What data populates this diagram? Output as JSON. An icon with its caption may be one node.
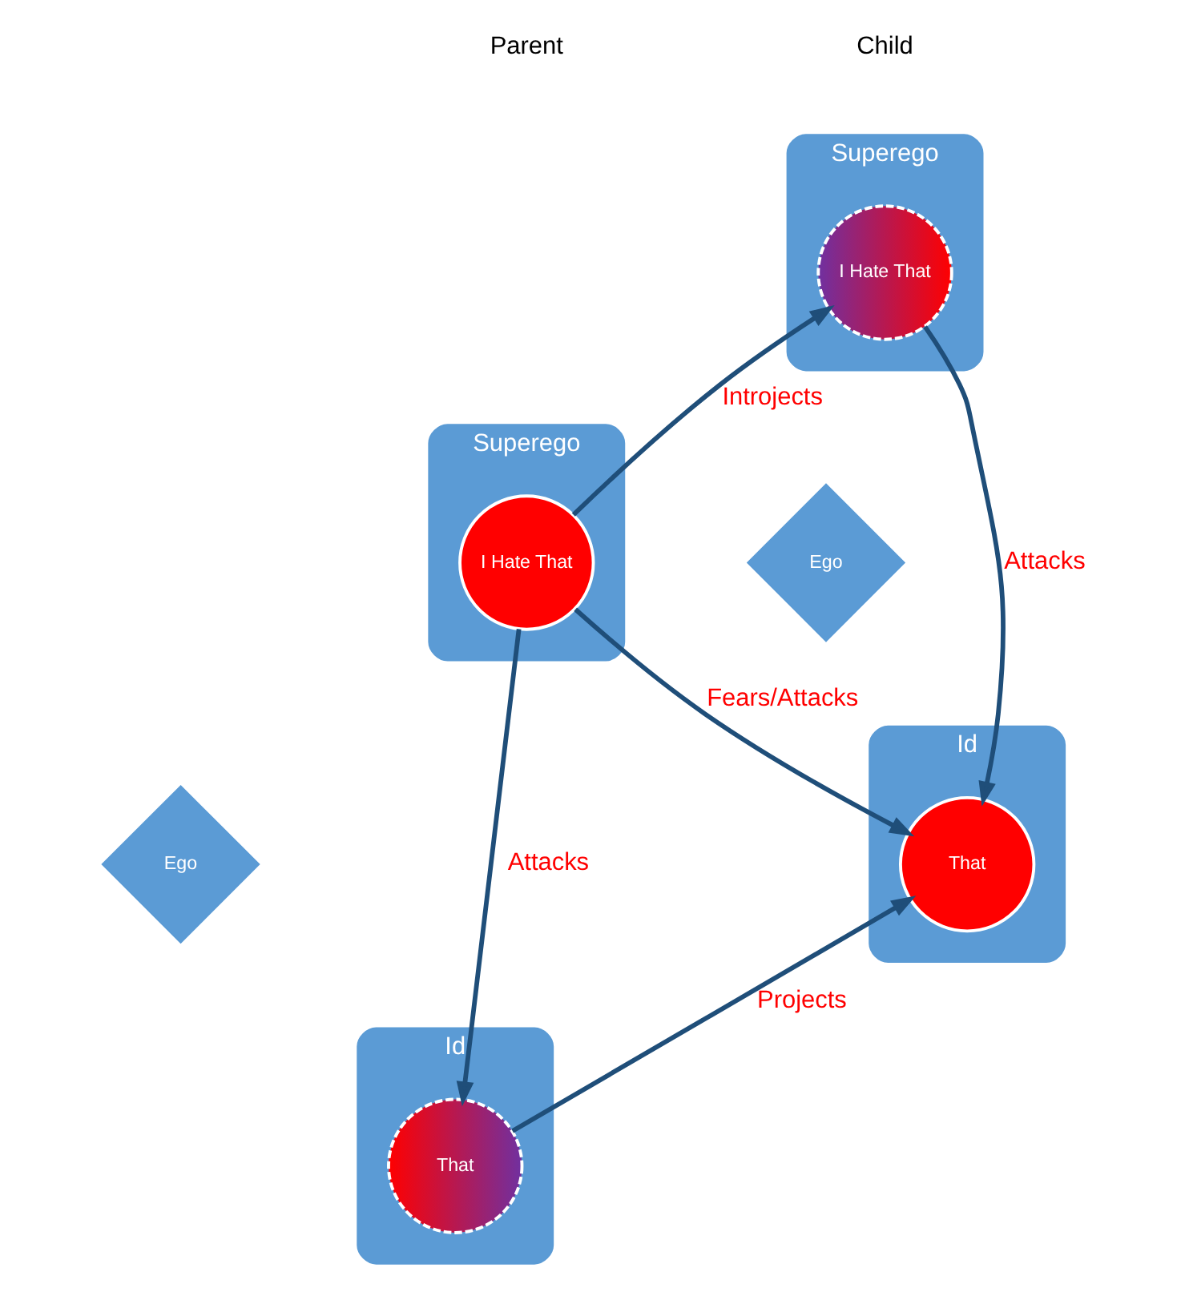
{
  "diagram": {
    "nodes": [
      {
        "text": [
          "Superego"
        ]
      },
      {
        "text": [
          "I Hate That"
        ],
        "in": 0
      },
      {
        "text": [
          "Superego"
        ]
      },
      {
        "text": [
          "I Hate That"
        ],
        "in": 2
      },
      {
        "text": [
          "Ego"
        ]
      },
      {
        "text": [
          "Ego"
        ]
      },
      {
        "text": [
          "Id"
        ]
      },
      {
        "text": [
          "That"
        ],
        "in": 6
      },
      {
        "text": [
          "Id"
        ]
      },
      {
        "text": [
          "That"
        ],
        "in": 8
      }
    ],
    "edges": [
      {
        "from": 1,
        "to": 3,
        "arrow": "to",
        "label": "Introjects"
      },
      {
        "from": 1,
        "to": 7,
        "arrow": "to",
        "label": "Attacks"
      },
      {
        "from": 3,
        "to": 9,
        "arrow": "to",
        "label": "Attacks"
      },
      {
        "from": 1,
        "to": 9,
        "arrow": "to",
        "label": "Fears/Attacks"
      },
      {
        "from": 7,
        "to": 9,
        "arrow": "to",
        "label": "Projects"
      }
    ],
    "labels": [
      "Parent",
      "Child"
    ]
  }
}
